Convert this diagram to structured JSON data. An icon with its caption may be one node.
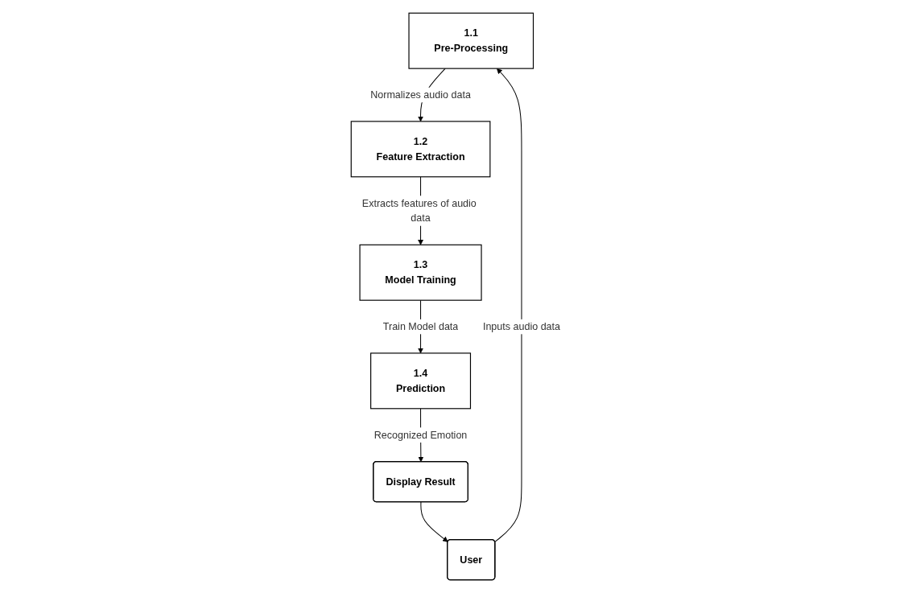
{
  "diagram": {
    "nodes": [
      {
        "text": [
          "1.1",
          "Pre-Processing"
        ]
      },
      {
        "text": [
          "User"
        ]
      },
      {
        "text": [
          "1.2",
          "Feature Extraction"
        ]
      },
      {
        "text": [
          "Display Result"
        ]
      },
      {
        "text": [
          "1.3",
          "Model Training"
        ]
      },
      {
        "text": [
          "1.4",
          "Prediction"
        ]
      }
    ],
    "edges": [
      {
        "from": 1,
        "to": 0,
        "arrow": "to",
        "label": "Inputs audio data"
      },
      {
        "from": 0,
        "to": 2,
        "arrow": "to",
        "label": "Normalizes audio data"
      },
      {
        "from": 2,
        "to": 4,
        "arrow": "to",
        "label": "Extracts features of audio data"
      },
      {
        "from": 4,
        "to": 5,
        "arrow": "to",
        "label": "Train Model data"
      },
      {
        "from": 5,
        "to": 3,
        "arrow": "to",
        "label": "Recognized Emotion"
      },
      {
        "from": 3,
        "to": 1,
        "arrow": "to"
      }
    ]
  }
}
